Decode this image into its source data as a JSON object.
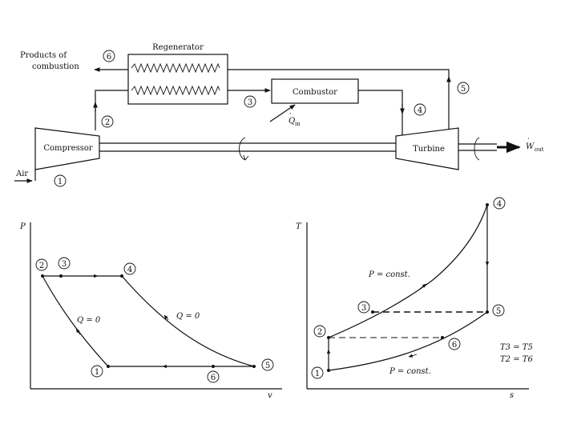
{
  "schematic": {
    "products_line1": "Products of",
    "products_line2": "combustion",
    "regenerator": "Regenerator",
    "combustor": "Combustor",
    "compressor": "Compressor",
    "turbine": "Turbine",
    "air": "Air",
    "q_in_symbol": "Q",
    "q_in_sub": "in",
    "w_out_symbol": "W",
    "w_out_sub": "out",
    "state_labels": [
      "1",
      "2",
      "3",
      "4",
      "5",
      "6"
    ]
  },
  "pv_diagram": {
    "y_axis_label": "P",
    "x_axis_label": "v",
    "states": [
      "1",
      "2",
      "3",
      "4",
      "5",
      "6"
    ],
    "q_zero_label_1": "Q = 0",
    "q_zero_label_2": "Q = 0"
  },
  "ts_diagram": {
    "y_axis_label": "T",
    "x_axis_label": "s",
    "states": [
      "1",
      "2",
      "3",
      "4",
      "5",
      "6"
    ],
    "p_const_upper": "P = const.",
    "p_const_lower": "P = const.",
    "relation_1": "T3 = T5",
    "relation_2": "T2 = T6"
  }
}
